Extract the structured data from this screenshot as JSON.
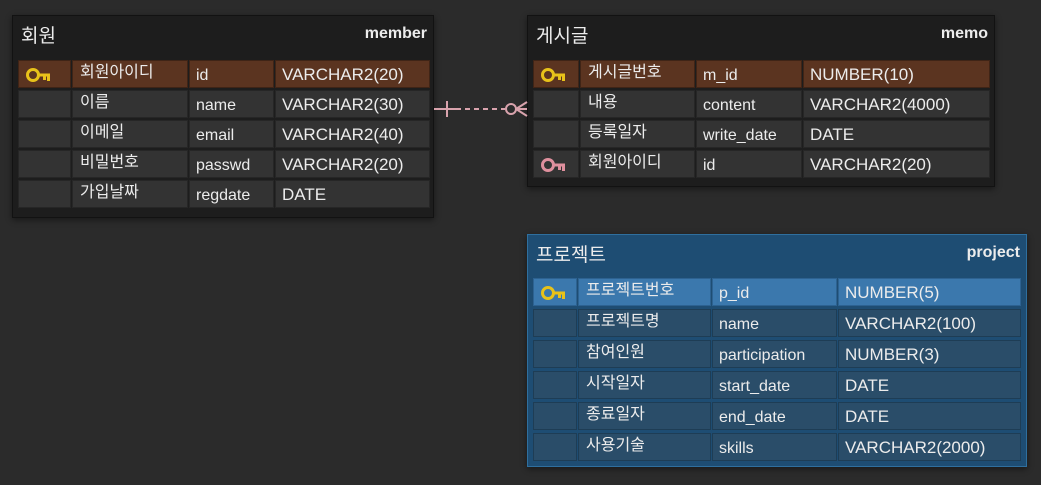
{
  "diagram": {
    "entities": [
      {
        "logical": "회원",
        "physical": "member",
        "columns": [
          {
            "lname": "회원아이디",
            "pname": "id",
            "dtype": "VARCHAR2(20)",
            "key": "pk"
          },
          {
            "lname": "이름",
            "pname": "name",
            "dtype": "VARCHAR2(30)",
            "key": ""
          },
          {
            "lname": "이메일",
            "pname": "email",
            "dtype": "VARCHAR2(40)",
            "key": ""
          },
          {
            "lname": "비밀번호",
            "pname": "passwd",
            "dtype": "VARCHAR2(20)",
            "key": ""
          },
          {
            "lname": "가입날짜",
            "pname": "regdate",
            "dtype": "DATE",
            "key": ""
          }
        ]
      },
      {
        "logical": "게시글",
        "physical": "memo",
        "columns": [
          {
            "lname": "게시글번호",
            "pname": "m_id",
            "dtype": "NUMBER(10)",
            "key": "pk"
          },
          {
            "lname": "내용",
            "pname": "content",
            "dtype": "VARCHAR2(4000)",
            "key": ""
          },
          {
            "lname": "등록일자",
            "pname": "write_date",
            "dtype": "DATE",
            "key": ""
          },
          {
            "lname": "회원아이디",
            "pname": "id",
            "dtype": "VARCHAR2(20)",
            "key": "fk"
          }
        ]
      },
      {
        "logical": "프로젝트",
        "physical": "project",
        "columns": [
          {
            "lname": "프로젝트번호",
            "pname": "p_id",
            "dtype": "NUMBER(5)",
            "key": "pk"
          },
          {
            "lname": "프로젝트명",
            "pname": "name",
            "dtype": "VARCHAR2(100)",
            "key": ""
          },
          {
            "lname": "참여인원",
            "pname": "participation",
            "dtype": "NUMBER(3)",
            "key": ""
          },
          {
            "lname": "시작일자",
            "pname": "start_date",
            "dtype": "DATE",
            "key": ""
          },
          {
            "lname": "종료일자",
            "pname": "end_date",
            "dtype": "DATE",
            "key": ""
          },
          {
            "lname": "사용기술",
            "pname": "skills",
            "dtype": "VARCHAR2(2000)",
            "key": ""
          }
        ]
      }
    ],
    "relationships": [
      {
        "from": "member",
        "to": "memo",
        "from_cardinality": "one",
        "to_cardinality": "zero-or-many",
        "line_style": "dashed",
        "color": "#d9a3ad"
      }
    ]
  },
  "colors": {
    "background": "#2b2b2b",
    "pk_key_icon": "#e8c21a",
    "fk_key_icon": "#e0909e",
    "pk_row": "#5b3420",
    "project_fill": "#1e4d73"
  }
}
